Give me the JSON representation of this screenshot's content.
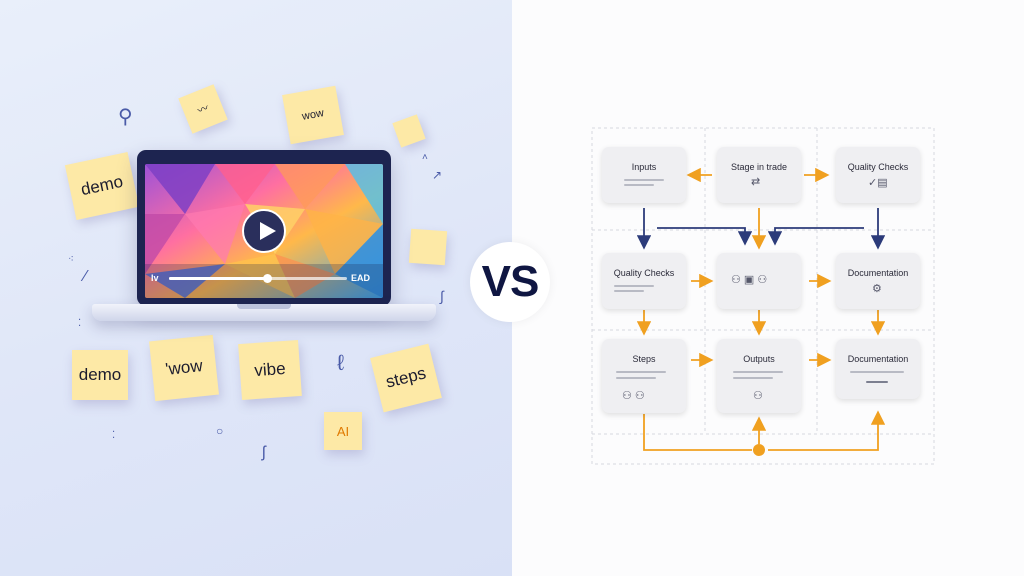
{
  "left": {
    "notes": [
      {
        "id": "note-demo-top",
        "text": "demo"
      },
      {
        "id": "note-wow-top",
        "text": "wow"
      },
      {
        "id": "note-demo-bottom",
        "text": "demo"
      },
      {
        "id": "note-wow-bottom",
        "text": "'wow"
      },
      {
        "id": "note-vibe",
        "text": "vibe"
      },
      {
        "id": "note-steps",
        "text": "steps"
      },
      {
        "id": "note-ai",
        "text": "AI"
      }
    ],
    "video": {
      "left_label": "Iv",
      "right_label": "EAD",
      "progress_percent": 55
    }
  },
  "vs_label": "VS",
  "flow": {
    "cards": [
      {
        "id": "inputs",
        "title": "Inputs"
      },
      {
        "id": "stage-in-trade",
        "title": "Stage in trade"
      },
      {
        "id": "quality-checks-top",
        "title": "Quality Checks"
      },
      {
        "id": "quality-checks-mid",
        "title": "Quality Checks"
      },
      {
        "id": "center-mid",
        "title": ""
      },
      {
        "id": "documentation-mid",
        "title": "Documentation"
      },
      {
        "id": "steps",
        "title": "Steps"
      },
      {
        "id": "outputs",
        "title": "Outputs"
      },
      {
        "id": "documentation-bottom",
        "title": "Documentation"
      }
    ]
  },
  "colors": {
    "accent_orange": "#f0a020",
    "accent_navy": "#2c3b7a",
    "note_yellow": "#fde9a6"
  }
}
